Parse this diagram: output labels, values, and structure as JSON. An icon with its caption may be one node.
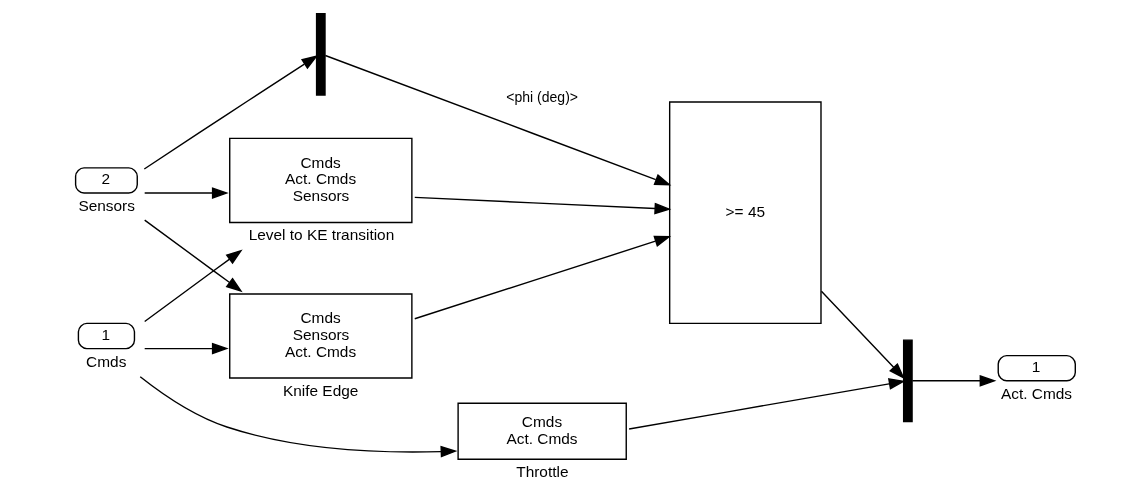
{
  "diagram": {
    "nodes": [
      {
        "text": [
          "1"
        ],
        "beside": [
          "Cmds"
        ]
      },
      {
        "text": [
          "2"
        ],
        "beside": [
          "Sensors"
        ]
      },
      {
        "text": [
          "Cmds",
          "Sensors",
          "Act. Cmds"
        ],
        "beside": [
          "Knife Edge"
        ]
      },
      {
        "text": [],
        "shape": "bar"
      },
      {
        "text": [
          ">= 45"
        ]
      },
      {
        "text": [
          "Cmds",
          "Act. Cmds",
          "Sensors"
        ],
        "beside": [
          "Level to KE transition"
        ]
      },
      {
        "text": [
          "Cmds",
          "Act. Cmds"
        ],
        "beside": [
          "Throttle"
        ]
      },
      {
        "text": [],
        "shape": "bar"
      },
      {
        "text": [
          "1"
        ],
        "beside": [
          "Act. Cmds"
        ]
      }
    ],
    "edges": [
      {
        "from": 0,
        "to": 2,
        "arrow": "to"
      },
      {
        "from": 0,
        "to": 5,
        "arrow": "to"
      },
      {
        "from": 0,
        "to": 6,
        "arrow": "to"
      },
      {
        "from": 1,
        "to": 2,
        "arrow": "to"
      },
      {
        "from": 1,
        "to": 3,
        "arrow": "to"
      },
      {
        "from": 1,
        "to": 5,
        "arrow": "to"
      },
      {
        "from": 2,
        "to": 4,
        "arrow": "to"
      },
      {
        "from": 3,
        "to": 4,
        "arrow": "to",
        "label": "<phi (deg)>"
      },
      {
        "from": 5,
        "to": 4,
        "arrow": "to"
      },
      {
        "from": 4,
        "to": 7,
        "arrow": "to"
      },
      {
        "from": 6,
        "to": 7,
        "arrow": "to"
      },
      {
        "from": 7,
        "to": 8,
        "arrow": "to"
      }
    ]
  }
}
